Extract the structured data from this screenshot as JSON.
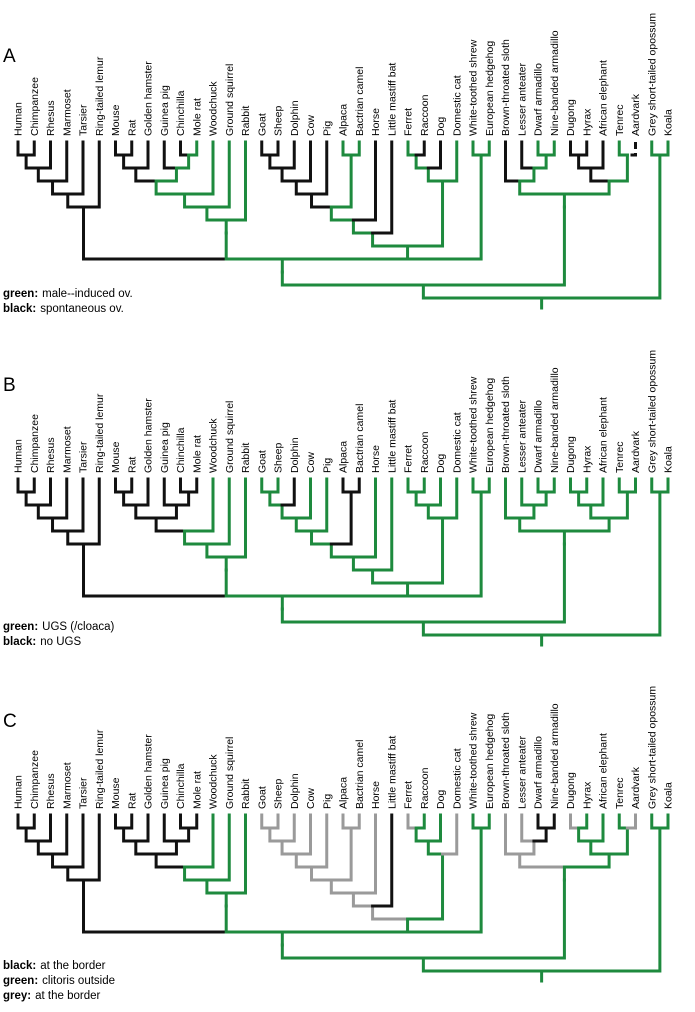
{
  "colors": {
    "green": "#1e8a3e",
    "black": "#111111",
    "grey": "#9a9a9a"
  },
  "taxa": [
    "Human",
    "Chimpanzee",
    "Rhesus",
    "Marmoset",
    "Tarsier",
    "Ring-tailed lemur",
    "Mouse",
    "Rat",
    "Golden hamster",
    "Guinea pig",
    "Chinchilla",
    "Mole rat",
    "Woodchuck",
    "Ground squirrel",
    "Rabbit",
    "Goat",
    "Sheep",
    "Dolphin",
    "Cow",
    "Pig",
    "Alpaca",
    "Bactrian camel",
    "Horse",
    "Little mastiff bat",
    "Ferret",
    "Raccoon",
    "Dog",
    "Domestic cat",
    "White-toothed shrew",
    "European hedgehog",
    "Brown-throated sloth",
    "Lesser anteater",
    "Dwarf armadillo",
    "Nine-banded armadillo",
    "Dugong",
    "Hyrax",
    "African elephant",
    "Tenrec",
    "Aardvark",
    "Grey short-tailed opossum",
    "Koala"
  ],
  "panels": [
    {
      "letter": "A",
      "legend": [
        {
          "key": "green:",
          "text": "male--induced ov."
        },
        {
          "key": "black:",
          "text": "spontaneous ov."
        }
      ],
      "tip_states": [
        "black",
        "black",
        "black",
        "black",
        "black",
        "black",
        "black",
        "black",
        "black",
        "black",
        "black",
        "green",
        "green",
        "green",
        "green",
        "black",
        "black",
        "black",
        "black",
        "black",
        "green",
        "green",
        "black",
        "black",
        "green",
        "black",
        "black",
        "green",
        "green",
        "green",
        "black",
        "black",
        "green",
        "green",
        "black",
        "black",
        "black",
        "green",
        "black",
        "green",
        "green"
      ],
      "dashed_tips": [
        38
      ]
    },
    {
      "letter": "B",
      "legend": [
        {
          "key": "green:",
          "text": "UGS (/cloaca)"
        },
        {
          "key": "black:",
          "text": "no UGS"
        }
      ],
      "tip_states": [
        "black",
        "black",
        "black",
        "black",
        "black",
        "black",
        "black",
        "black",
        "black",
        "black",
        "black",
        "black",
        "green",
        "green",
        "green",
        "green",
        "green",
        "black",
        "green",
        "green",
        "black",
        "black",
        "green",
        "green",
        "green",
        "green",
        "green",
        "green",
        "green",
        "green",
        "green",
        "green",
        "green",
        "green",
        "green",
        "green",
        "green",
        "green",
        "green",
        "green",
        "green"
      ],
      "dashed_tips": []
    },
    {
      "letter": "C",
      "legend": [
        {
          "key": "black:",
          "text": "at the border"
        },
        {
          "key": "green:",
          "text": "clitoris outside"
        },
        {
          "key": "grey:",
          "text": "at the border"
        }
      ],
      "tip_states": [
        "black",
        "black",
        "black",
        "black",
        "black",
        "black",
        "black",
        "black",
        "black",
        "black",
        "black",
        "black",
        "green",
        "green",
        "green",
        "grey",
        "grey",
        "grey",
        "grey",
        "grey",
        "grey",
        "grey",
        "grey",
        "black",
        "grey",
        "green",
        "green",
        "grey",
        "green",
        "green",
        "grey",
        "grey",
        "black",
        "black",
        "grey",
        "green",
        "green",
        "green",
        "grey",
        "green",
        "green"
      ],
      "dashed_tips": []
    }
  ]
}
